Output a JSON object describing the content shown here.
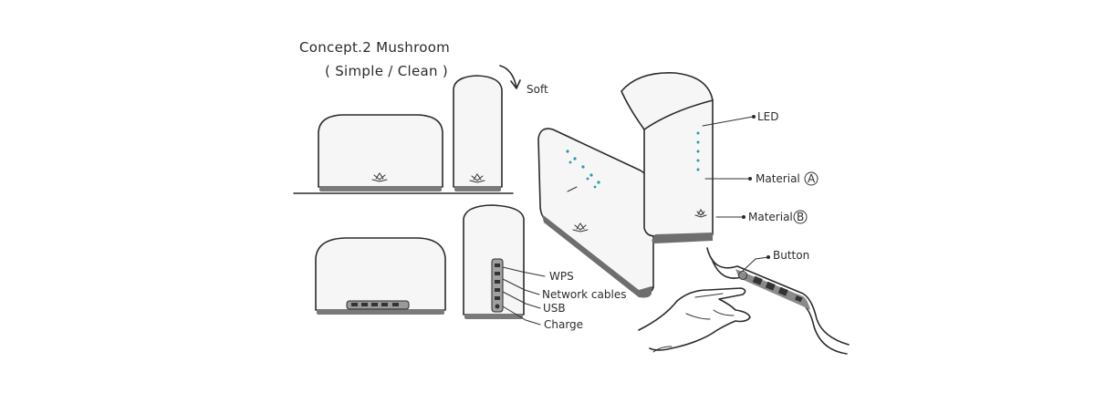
{
  "title": {
    "line1": "Concept.2  Mushroom",
    "line2": "( Simple / Clean )"
  },
  "labels": {
    "soft": "Soft",
    "led": "LED",
    "material_a": "Material",
    "material_a_mark": "A",
    "material_b": "Material",
    "material_b_mark": "B",
    "button": "Button",
    "wps": "WPS",
    "network": "Network cables",
    "usb": "USB",
    "charge": "Charge"
  },
  "icons": {
    "logo": "lotus-logo-icon",
    "arrow": "curved-arrow-icon"
  },
  "colors": {
    "ink": "#2b2b2b",
    "led": "#2a9aa8",
    "base": "#7a7a7a"
  }
}
